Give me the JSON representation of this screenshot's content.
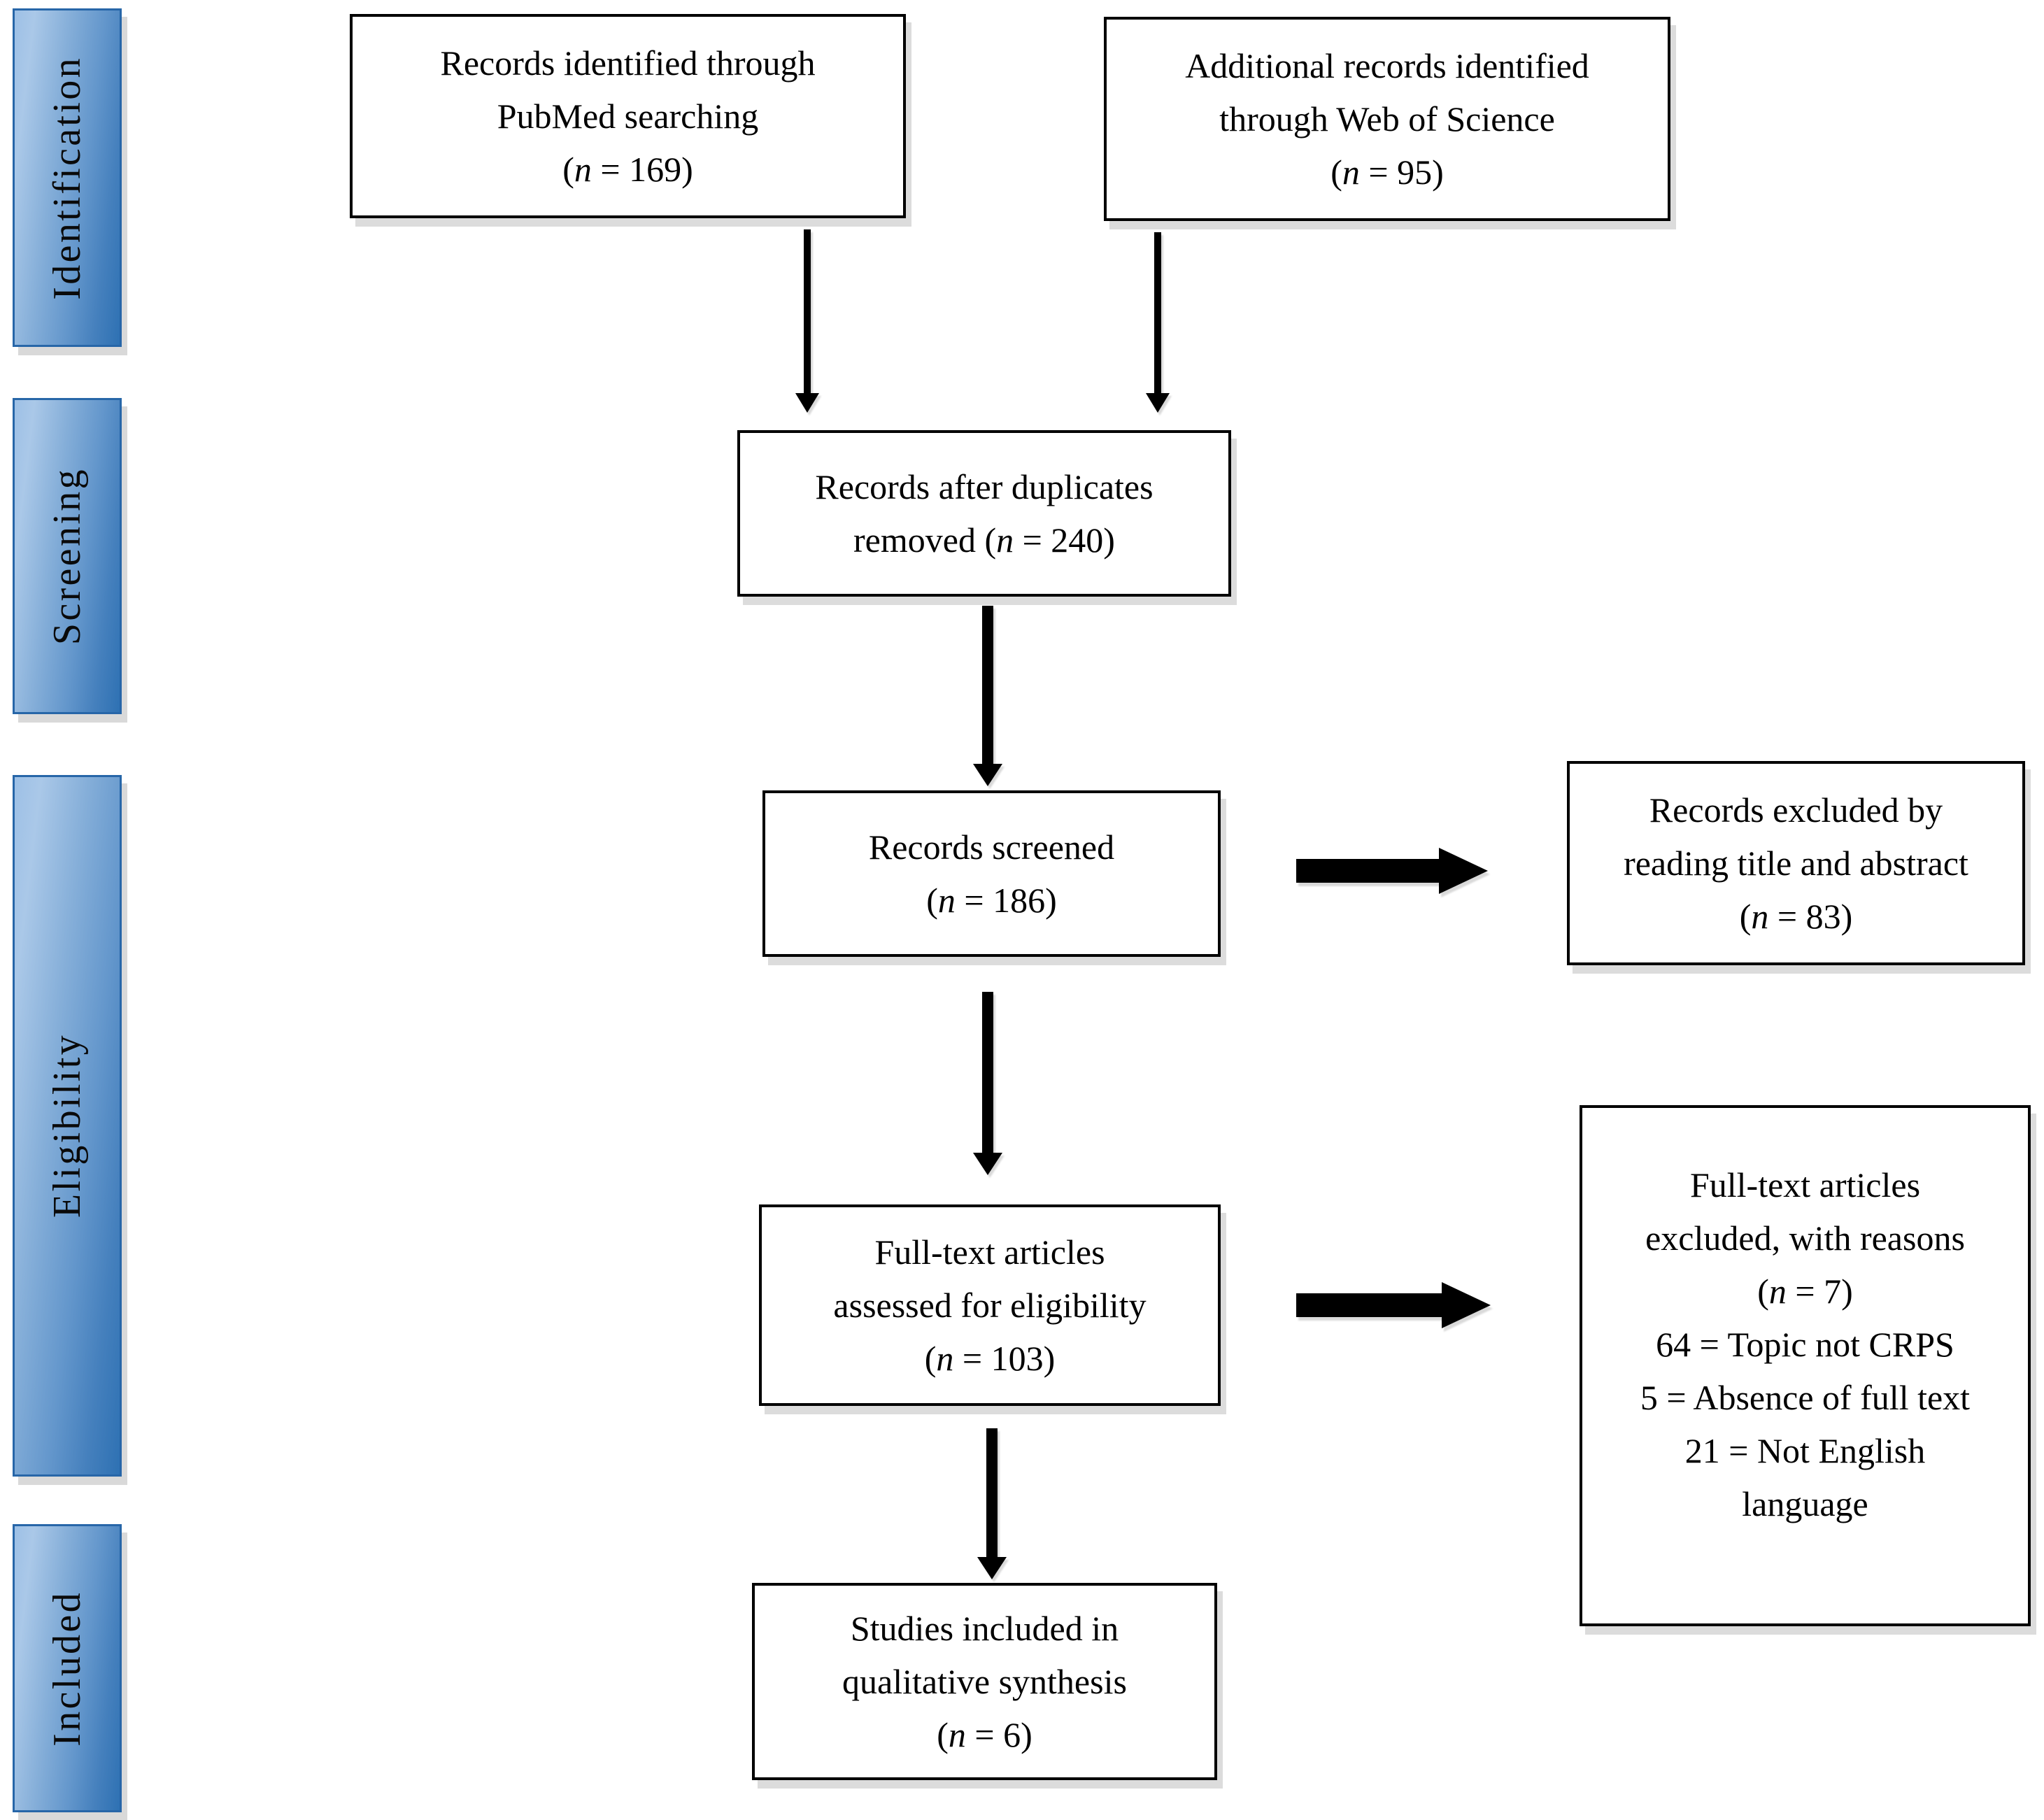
{
  "sidebar": {
    "identification": "Identification",
    "screening": "Screening",
    "eligibility": "Eligibility",
    "included": "Included"
  },
  "boxes": {
    "b1": {
      "r0": "Records identified through",
      "r1": "PubMed searching",
      "r2a": "(",
      "r2b": "n",
      "r2c": " = 169)"
    },
    "b2": {
      "r0": "Additional records identified",
      "r1": "through Web of Science",
      "r2a": "(",
      "r2b": "n",
      "r2c": " = 95)"
    },
    "b3": {
      "r0": "Records after duplicates",
      "r1a": "removed (",
      "r1b": "n",
      "r1c": " = 240)"
    },
    "b4": {
      "r0": "Records screened",
      "r1a": "(",
      "r1b": "n",
      "r1c": " = 186)"
    },
    "b5": {
      "r0": "Records excluded by",
      "r1": "reading title and abstract",
      "r2a": "(",
      "r2b": "n",
      "r2c": " = 83)"
    },
    "b6": {
      "r0": "Full-text articles",
      "r1": "assessed for eligibility",
      "r2a": "(",
      "r2b": "n",
      "r2c": " = 103)"
    },
    "b7": {
      "r0": "Full-text articles",
      "r1": "excluded, with reasons",
      "r2a": "(",
      "r2b": "n",
      "r2c": " = 7)",
      "r3": "64 = Topic not CRPS",
      "r4": "5 = Absence of full text",
      "r5": "21 = Not English",
      "r6": "language"
    },
    "b8": {
      "r0": "Studies included in",
      "r1": "qualitative synthesis",
      "r2a": "(",
      "r2b": "n",
      "r2c": " = 6)"
    }
  },
  "colors": {
    "stage_fill_light": "#aac8e8",
    "stage_fill_dark": "#2e71b3",
    "stage_border": "#2766a8",
    "box_border": "#000000",
    "arrow": "#000000",
    "shadow": "#d9d9d9"
  }
}
